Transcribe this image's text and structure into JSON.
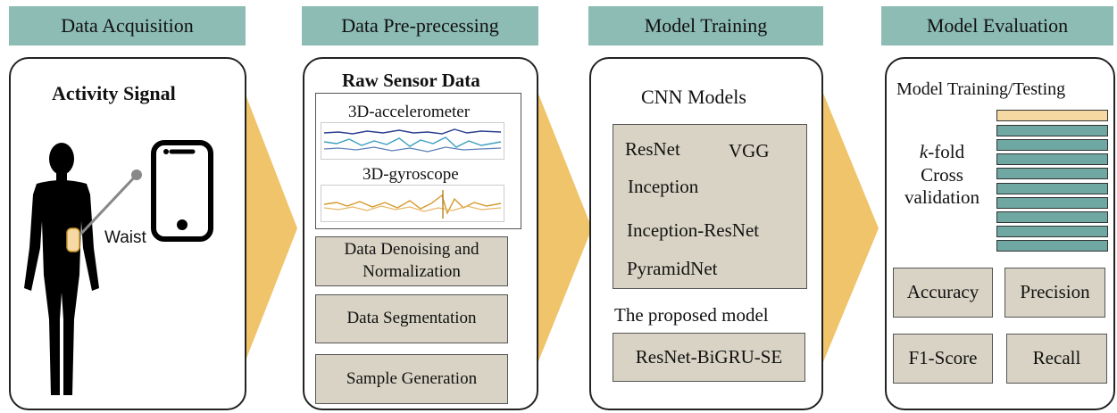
{
  "stages": {
    "acquisition": "Data Acquisition",
    "preprocessing": "Data Pre-precessing",
    "training": "Model Training",
    "evaluation": "Model Evaluation"
  },
  "acquisition": {
    "title": "Activity Signal",
    "waist_label": "Waist"
  },
  "preprocessing": {
    "raw_title": "Raw Sensor Data",
    "accel_label": "3D-accelerometer",
    "gyro_label": "3D-gyroscope",
    "steps": [
      "Data Denoising and Normalization",
      "Data Segmentation",
      "Sample Generation"
    ]
  },
  "training": {
    "cnn_title": "CNN Models",
    "models": [
      "ResNet",
      "VGG",
      "Inception",
      "Inception-ResNet",
      "PyramidNet"
    ],
    "proposed_label": "The proposed model",
    "proposed_model": "ResNet-BiGRU-SE"
  },
  "evaluation": {
    "title": "Model Training/Testing",
    "kfold_k": "k",
    "kfold_rest": "-fold",
    "kfold_line2": "Cross",
    "kfold_line3": "validation",
    "metrics": [
      "Accuracy",
      "Precision",
      "F1-Score",
      "Recall"
    ]
  },
  "colors": {
    "header_teal": "#8cbcb4",
    "arrow_gold": "#f0c46a",
    "box_tan": "#d8d3c4",
    "fold_teal": "#6fa8a2",
    "fold_highlight": "#f6d9a2"
  }
}
